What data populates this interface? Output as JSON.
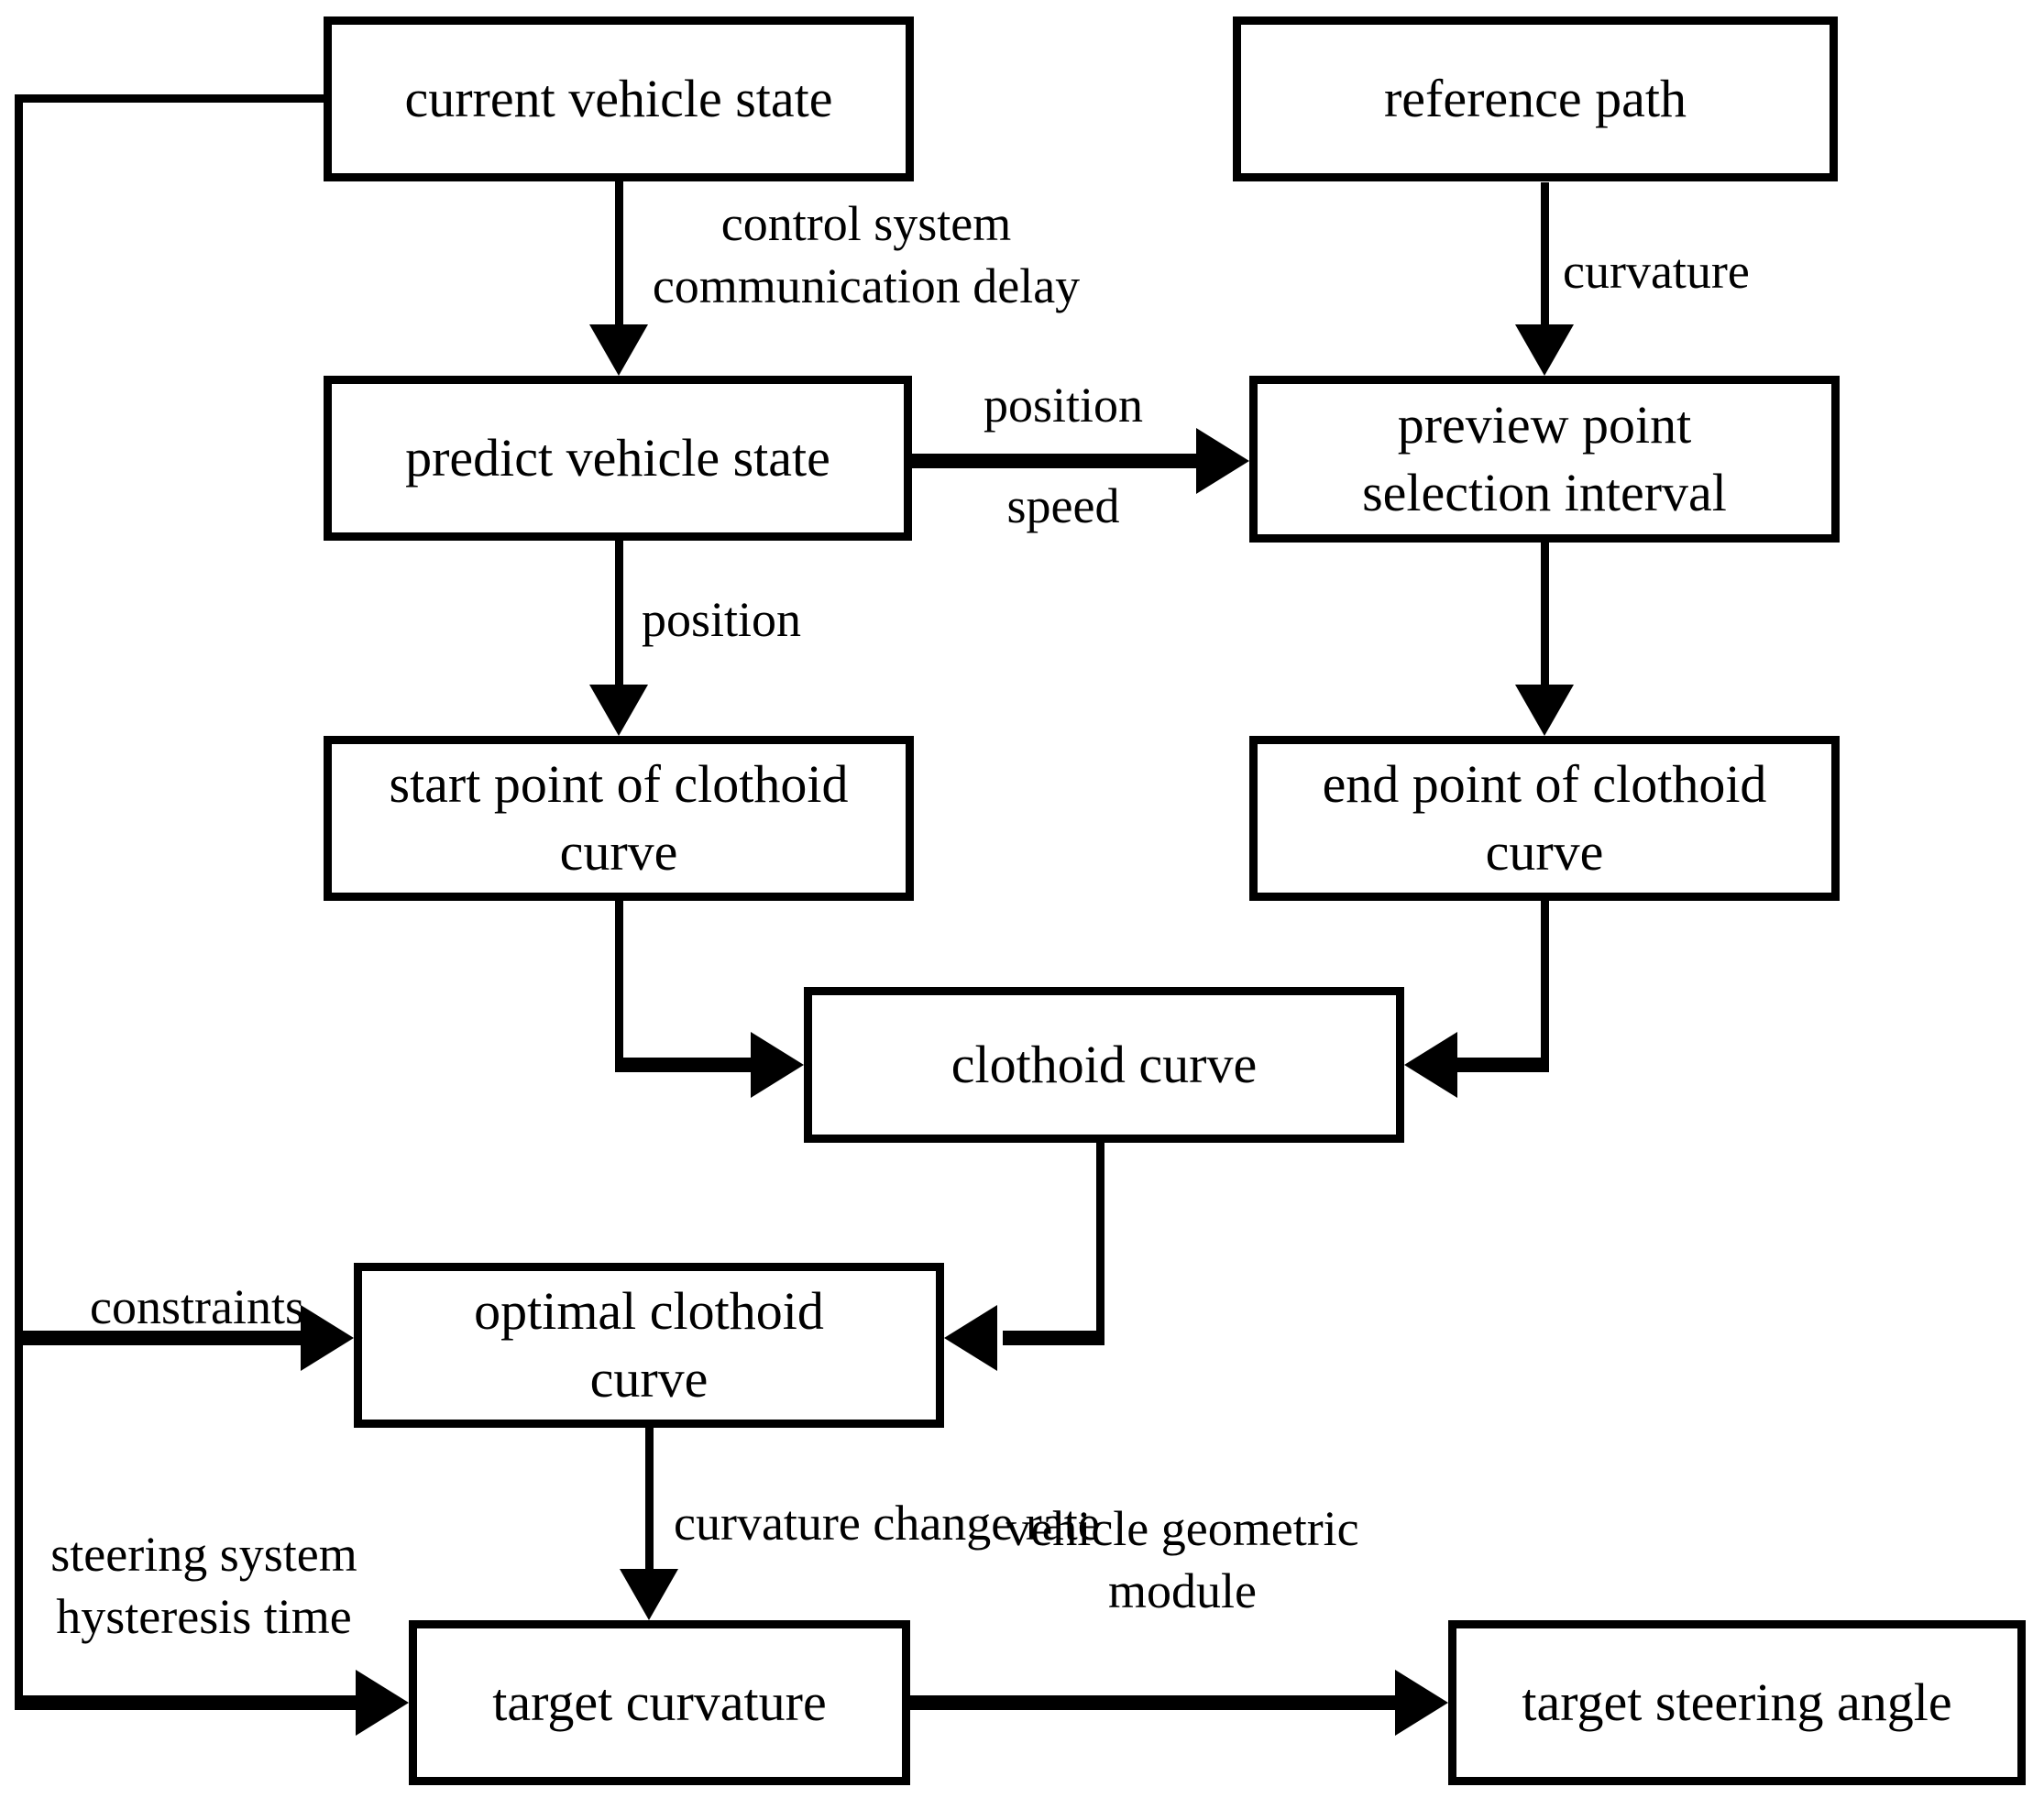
{
  "diagram_type": "flowchart",
  "colors": {
    "line": "#000000",
    "background": "#ffffff",
    "box_fill": "#ffffff",
    "text": "#000000"
  },
  "nodes": {
    "current_vehicle_state": {
      "label": "current vehicle state"
    },
    "reference_path": {
      "label": "reference path"
    },
    "predict_vehicle_state": {
      "label": "predict vehicle state"
    },
    "preview_point_selection_interval": {
      "label": "preview point selection interval"
    },
    "start_point_of_clothoid_curve": {
      "label": "start point of clothoid curve"
    },
    "end_point_of_clothoid_curve": {
      "label": "end point of clothoid curve"
    },
    "clothoid_curve": {
      "label": "clothoid curve"
    },
    "optimal_clothoid_curve": {
      "label": "optimal clothoid curve"
    },
    "target_curvature": {
      "label": "target curvature"
    },
    "target_steering_angle": {
      "label": "target steering angle"
    }
  },
  "edge_labels": {
    "control_system_communication_delay": "control system communication delay",
    "curvature": "curvature",
    "position_top": "position",
    "speed_bottom": "speed",
    "position_mid": "position",
    "constraints": "constraints",
    "curvature_change_rate": "curvature change rate",
    "steering_system_hysteresis_time": "steering system hysteresis time",
    "vehicle_geometric_module": "vehicle geometric module"
  }
}
